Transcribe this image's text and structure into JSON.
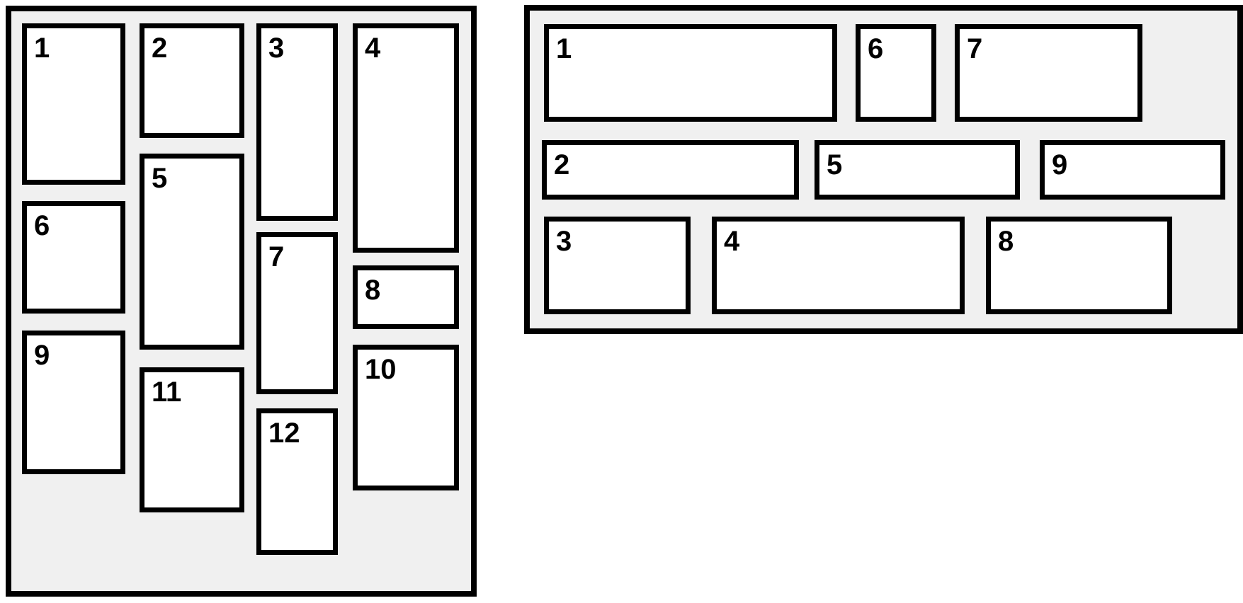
{
  "palette": {
    "page_bg": "#ffffff",
    "panel_bg": "#f0f0f0",
    "box_bg": "#ffffff",
    "line": "#000000"
  },
  "left_panel": {
    "items": [
      {
        "label": "1"
      },
      {
        "label": "2"
      },
      {
        "label": "3"
      },
      {
        "label": "4"
      },
      {
        "label": "5"
      },
      {
        "label": "6"
      },
      {
        "label": "7"
      },
      {
        "label": "8"
      },
      {
        "label": "9"
      },
      {
        "label": "10"
      },
      {
        "label": "11"
      },
      {
        "label": "12"
      }
    ]
  },
  "right_panel": {
    "items": [
      {
        "label": "1"
      },
      {
        "label": "2"
      },
      {
        "label": "3"
      },
      {
        "label": "4"
      },
      {
        "label": "5"
      },
      {
        "label": "6"
      },
      {
        "label": "7"
      },
      {
        "label": "8"
      },
      {
        "label": "9"
      }
    ]
  }
}
